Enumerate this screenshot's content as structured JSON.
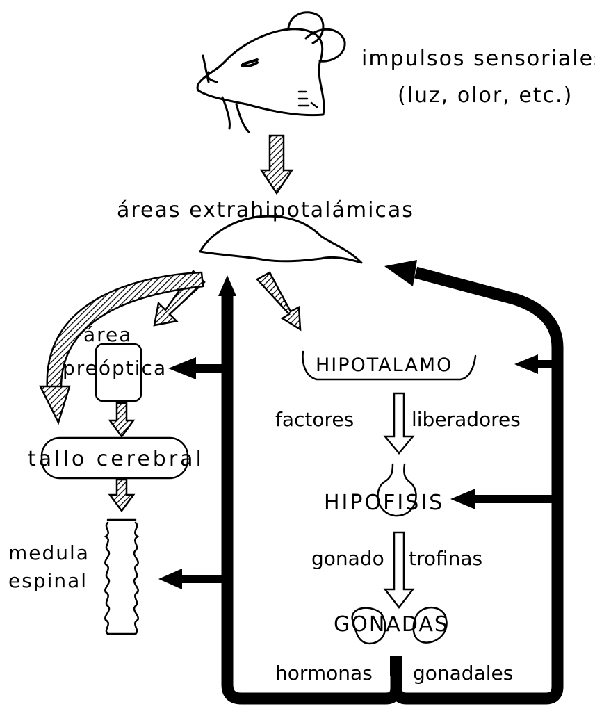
{
  "labels": {
    "sensory_line1": "impulsos sensoriales",
    "sensory_line2": "(luz, olor, etc.)",
    "extra_areas": "áreas extrahipotalámicas",
    "preoptic_line1": "área",
    "preoptic_line2": "preóptica",
    "brainstem": "tallo cerebral",
    "spinal_line1": "medula",
    "spinal_line2": "espinal",
    "hypothalamus": "HIPOTALAMO",
    "releasing_left": "factores",
    "releasing_right": "liberadores",
    "pituitary": "HIPOFISIS",
    "gonadotropins_left": "gonado",
    "gonadotropins_right": "trofinas",
    "gonads": "GONADAS",
    "hormones_left": "hormonas",
    "hormones_right": "gonadales"
  },
  "colors": {
    "ink": "#000000",
    "paper": "#ffffff"
  }
}
